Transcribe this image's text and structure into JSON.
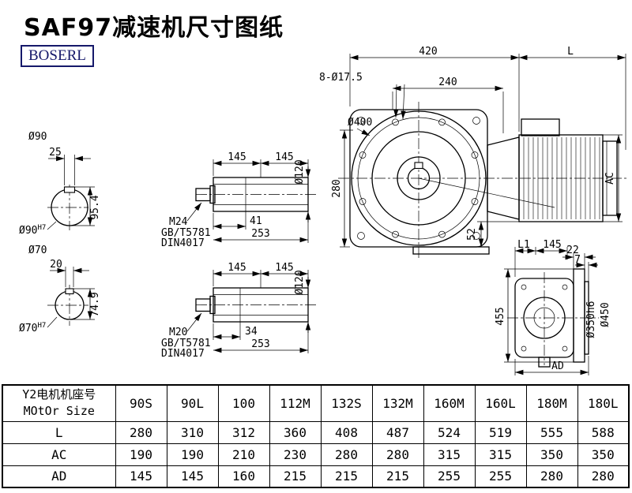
{
  "title": "SAF97减速机尺寸图纸",
  "logo": "BOSERL",
  "front_view": {
    "dim_420": "420",
    "dim_L": "L",
    "holes_label": "8-Ø17.5",
    "dim_240": "240",
    "flange_dia": "Ø400",
    "dim_280": "280",
    "dim_52": "52",
    "dim_AC": "AC"
  },
  "side_view": {
    "dim_L1": "L1",
    "dim_145": "145",
    "dim_22": "22",
    "dim_7": "7",
    "dim_455": "455",
    "spigot_dia": "Ø350h6",
    "flange_dia": "Ø450",
    "dim_AD": "AD"
  },
  "bore_90": {
    "dia_label": "Ø90",
    "key_width": "25",
    "key_height": "95.4",
    "fit_label": "Ø90",
    "fit_tol": "H7"
  },
  "bore_70": {
    "dia_label": "Ø70",
    "key_width": "20",
    "key_height": "74.9",
    "fit_label": "Ø70",
    "fit_tol": "H7"
  },
  "shaft_m24": {
    "dim_a": "145",
    "dim_b": "145",
    "dia": "Ø120",
    "thread": "M24",
    "std1": "GB/T5781",
    "std2": "DIN4017",
    "dim_c": "41",
    "dim_total": "253"
  },
  "shaft_m20": {
    "dim_a": "145",
    "dim_b": "145",
    "dia": "Ø120",
    "thread": "M20",
    "std1": "GB/T5781",
    "std2": "DIN4017",
    "dim_c": "34",
    "dim_total": "253"
  },
  "table": {
    "header_cn": "Y2电机机座号",
    "header_en": "MOtOr Size",
    "columns": [
      "90S",
      "90L",
      "100",
      "112M",
      "132S",
      "132M",
      "160M",
      "160L",
      "180M",
      "180L"
    ],
    "rows": [
      {
        "label": "L",
        "values": [
          "280",
          "310",
          "312",
          "360",
          "408",
          "487",
          "524",
          "519",
          "555",
          "588"
        ]
      },
      {
        "label": "AC",
        "values": [
          "190",
          "190",
          "210",
          "230",
          "280",
          "280",
          "315",
          "315",
          "350",
          "350"
        ]
      },
      {
        "label": "AD",
        "values": [
          "145",
          "145",
          "160",
          "215",
          "215",
          "215",
          "255",
          "255",
          "280",
          "280"
        ]
      }
    ]
  }
}
